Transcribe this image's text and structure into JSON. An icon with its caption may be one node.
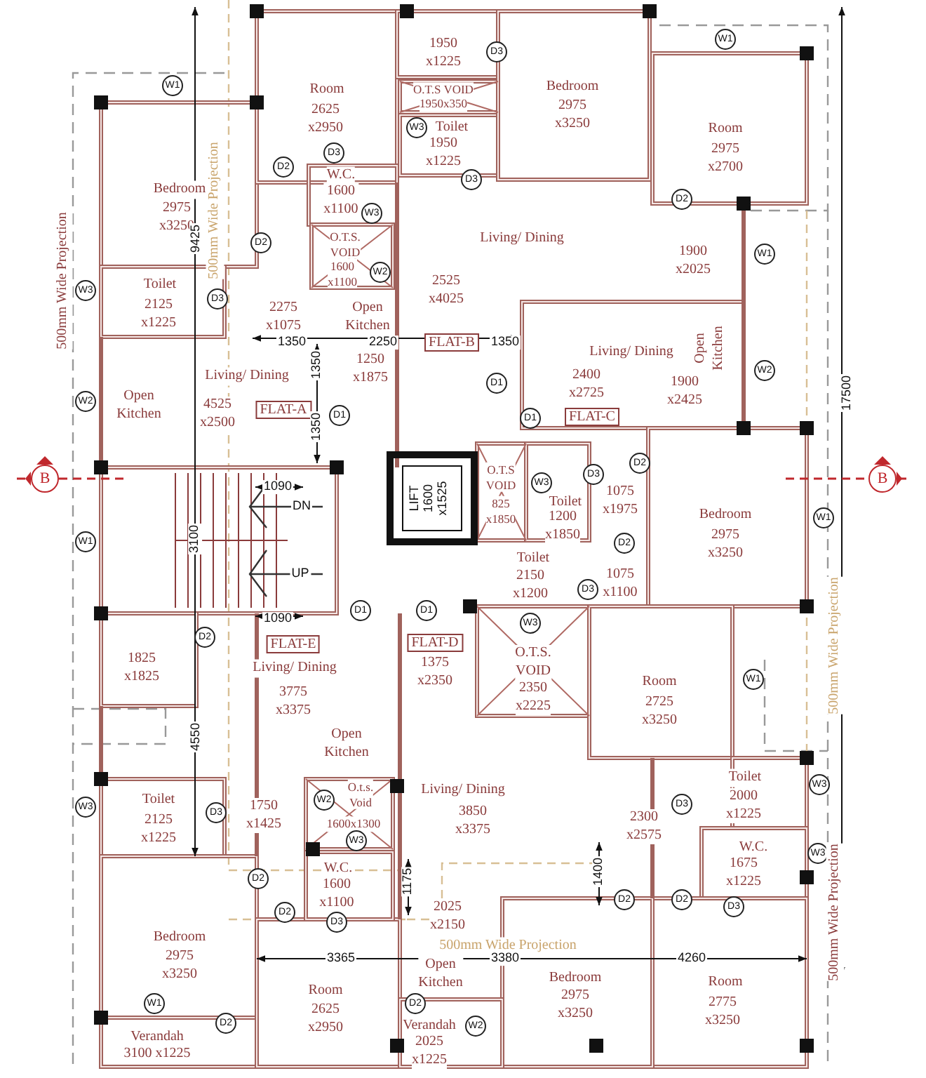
{
  "diagram": {
    "labels": [
      "1950 x1225",
      "D3",
      "O.T.S VOID",
      "1950x350",
      "W3",
      "Toilet",
      "1950 x1225",
      "Bedroom",
      "2975 x3250",
      "W1",
      "Room",
      "2975 x2700",
      "W1",
      "Room",
      "2625 x2950",
      "D3",
      "D2",
      "D2",
      "D3",
      "W.C.",
      "1600 x1100",
      "W3",
      "Bedroom",
      "2975 x3250",
      "9425",
      "Living/ Dining",
      "D2",
      "1900 x2025",
      "W1",
      "O.T.S. VOID",
      "1600 x1100",
      "W2",
      "500mm Wide Projection",
      "500mm Wide Projection",
      "2525 x4025",
      "Toilet",
      "W3",
      "D3",
      "2125 x1225",
      "2275 x1075",
      "Open Kitchen",
      "1350",
      "2250",
      "1250 x1875",
      "FLAT-B",
      "1350",
      "Living/ Dining",
      "Open Kitchen",
      "W2",
      "Living/ Dining",
      "1350",
      "2400 x2725",
      "1900 x2425",
      "D1",
      "17500",
      "Open Kitchen",
      "W2",
      "4525 x2500",
      "FLAT-A",
      "1350",
      "D1",
      "FLAT-C",
      "D1",
      "D2",
      "D3",
      "B",
      "B",
      "LIFT 1600 x1525",
      "O.T.S VOID",
      "825 x1850",
      "W3",
      "1090",
      "Toilet",
      "1075 x1975",
      "DN",
      "1200 x1850",
      "Bedroom",
      "W1",
      "2975 x3250",
      "3100",
      "W1",
      "D2",
      "Toilet",
      "UP",
      "1075 x1100",
      "2150 x1200",
      "D3",
      "D1",
      "D1",
      "1090",
      "W3",
      "D2",
      "FLAT-E",
      "FLAT-D",
      "O.T.S. VOID",
      "500mm Wide Projection",
      "1375 x2350",
      "Living/ Dining",
      "1825 x1825",
      "W1",
      "Room",
      "2350 x2225",
      "3775 x3375",
      "2725 x3250",
      "4550",
      "Open Kitchen",
      "Toilet",
      "W3",
      "Living/ Dining",
      "O.t.s. Void",
      "W2",
      "2000 x1225",
      "Toilet",
      "W3",
      "D3",
      "1750 x1425",
      "D3",
      "1600x1300",
      "3850 x3375",
      "2300 x2575",
      "2125 x1225",
      "W3",
      "W.C.",
      "W3",
      "W.C.",
      "1675 x1225",
      "1400",
      "D2",
      "1175",
      "1600 x1100",
      "D2",
      "D2",
      "D3",
      "D2",
      "D3",
      "2025 x2150",
      "500mm Wide Projection",
      "500mm Wide Projection",
      "Bedroom",
      "3365",
      "3380",
      "4260",
      "Open Kitchen",
      "2975 x3250",
      "Bedroom",
      "Room",
      "Room",
      "2975 x3250",
      "W1",
      "D2",
      "2775 x3250",
      "2625 x2950",
      "D2",
      "Verandah",
      "W2",
      "Verandah",
      "2025 x1225",
      "3100 x1225"
    ]
  }
}
